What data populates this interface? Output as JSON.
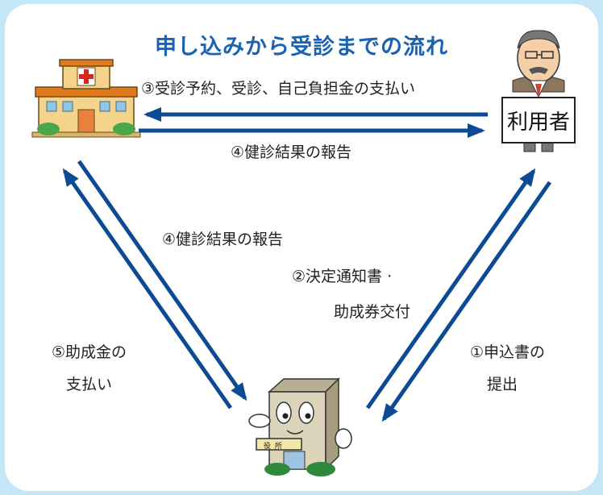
{
  "title": "申し込みから受診までの流れ",
  "nodes": {
    "user_label": "利用者",
    "office_sign": "役 所"
  },
  "flows": {
    "top_request": "③受診予約、受診、自己負担金の支払い",
    "top_report": "④健診結果の報告",
    "left_report": "④健診結果の報告",
    "left_payment_line1": "⑤助成金の",
    "left_payment_line2": "支払い",
    "right_notice_line1": "②決定通知書 ·",
    "right_notice_line2": "助成券交付",
    "right_apply_line1": "①申込書の",
    "right_apply_line2": "提出"
  },
  "colors": {
    "arrow": "#0d4a94",
    "title": "#1a63b3",
    "background": "#c4e6f6"
  }
}
